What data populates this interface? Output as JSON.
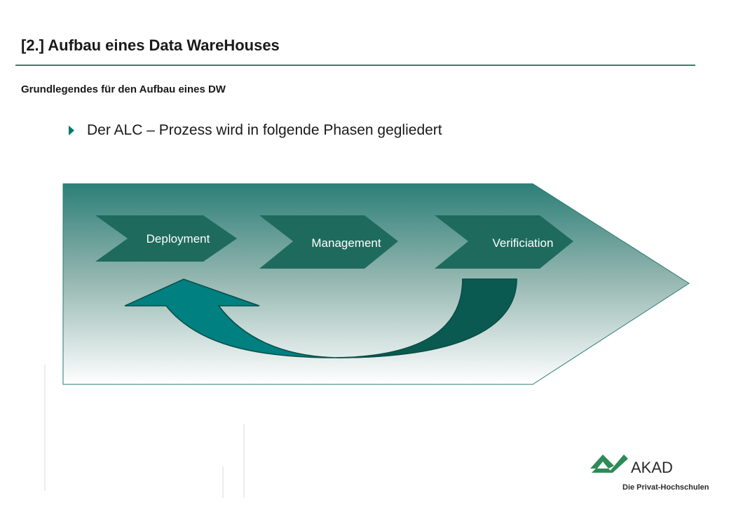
{
  "header": {
    "title": "[2.] Aufbau eines Data WareHouses",
    "subtitle": "Grundlegendes für den Aufbau eines DW"
  },
  "bullet": {
    "text": "Der ALC – Prozess wird in folgende Phasen gegliedert"
  },
  "diagram": {
    "phases": [
      "Deployment",
      "Management",
      "Verificiation"
    ],
    "colors": {
      "arrow_top": "#2c7f78",
      "arrow_bottom": "#ffffff",
      "chevron_fill": "#1e6b5e",
      "cycle_arrow_light": "#008080",
      "cycle_arrow_dark": "#0a5a52"
    }
  },
  "logo": {
    "name": "AKAD",
    "tagline": "Die Privat-Hochschulen",
    "color": "#2e8b57"
  }
}
